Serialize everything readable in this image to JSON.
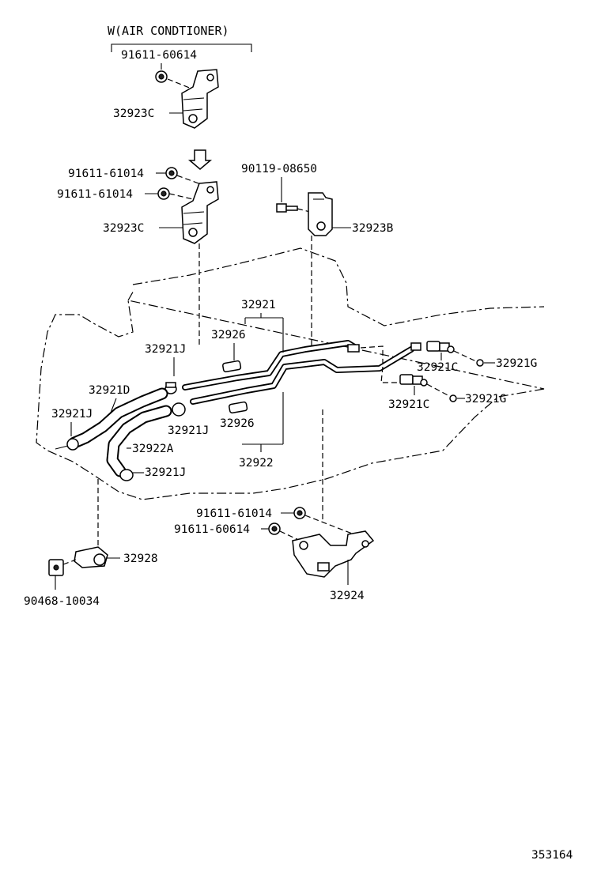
{
  "header": {
    "variant_label": "W(AIR CONDTIONER)"
  },
  "parts": {
    "nut_91611_60614_top": "91611-60614",
    "bracket_32923c_top": "32923C",
    "bolt_91611_61014_a": "91611-61014",
    "bolt_91611_61014_b": "91611-61014",
    "bracket_32923c_mid": "32923C",
    "bolt_90119_08650": "90119-08650",
    "bracket_32923b": "32923B",
    "tube_32921": "32921",
    "sleeve_32926_top": "32926",
    "clamp_32921j_top": "32921J",
    "hose_32921d": "32921D",
    "clamp_32921j_left": "32921J",
    "clamp_32921j_center": "32921J",
    "hose_32922a": "32922A",
    "clamp_32921j_bottom": "32921J",
    "sleeve_32926_bottom": "32926",
    "tube_32922": "32922",
    "union_32921c_top": "32921C",
    "gasket_32921g_top": "32921G",
    "union_32921c_bottom": "32921C",
    "gasket_32921g_bottom": "32921G",
    "bolt_91611_61014_c": "91611-61014",
    "nut_91611_60614_bottom": "91611-60614",
    "bracket_32924": "32924",
    "clamp_32928": "32928",
    "clip_90468_10034": "90468-10034"
  },
  "footer": {
    "illustration_number": "353164"
  }
}
